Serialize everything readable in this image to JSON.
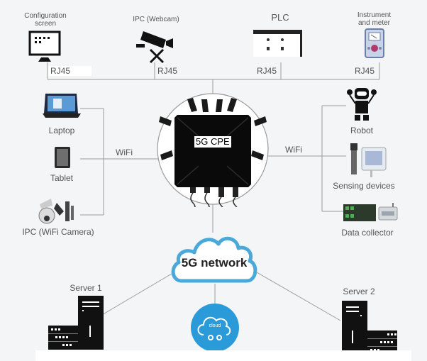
{
  "title": "5G CPE network topology",
  "top_devices": [
    {
      "label": "Configuration screen",
      "label_line1": "Configuration",
      "label_line2": "screen",
      "icon": "monitor-icon",
      "port": "RJ45"
    },
    {
      "label": "IPC (Webcam)",
      "icon": "webcam-icon",
      "port": "RJ45"
    },
    {
      "label": "PLC",
      "icon": "plc-icon",
      "port": "RJ45"
    },
    {
      "label": "Instrument and meter",
      "label_line1": "Instrument",
      "label_line2": "and meter",
      "icon": "meter-icon",
      "port": "RJ45"
    }
  ],
  "center": {
    "label": "5G CPE",
    "icon": "cpe-router-icon"
  },
  "left": {
    "link": "WiFi",
    "devices": [
      {
        "label": "Laptop",
        "icon": "laptop-icon"
      },
      {
        "label": "Tablet",
        "icon": "tablet-icon"
      },
      {
        "label": "IPC (WiFi Camera)",
        "icon": "wifi-camera-icon"
      }
    ]
  },
  "right": {
    "link": "WiFi",
    "devices": [
      {
        "label": "Robot",
        "icon": "robot-icon"
      },
      {
        "label": "Sensing devices",
        "icon": "sensor-icon"
      },
      {
        "label": "Data collector",
        "icon": "data-collector-icon"
      }
    ]
  },
  "network": {
    "label": "5G network",
    "icon": "cloud-outline-icon"
  },
  "cloud": {
    "label": "cloud",
    "icon": "cloud-service-icon"
  },
  "servers": [
    {
      "label": "Server 1",
      "icon": "server-icon"
    },
    {
      "label": "Server 2",
      "icon": "server-icon"
    }
  ],
  "colors": {
    "line": "#9a9a9a",
    "cloud_blue": "#2a9ad8",
    "cloud_outline": "#4aa9d9",
    "device_dark": "#111111"
  }
}
